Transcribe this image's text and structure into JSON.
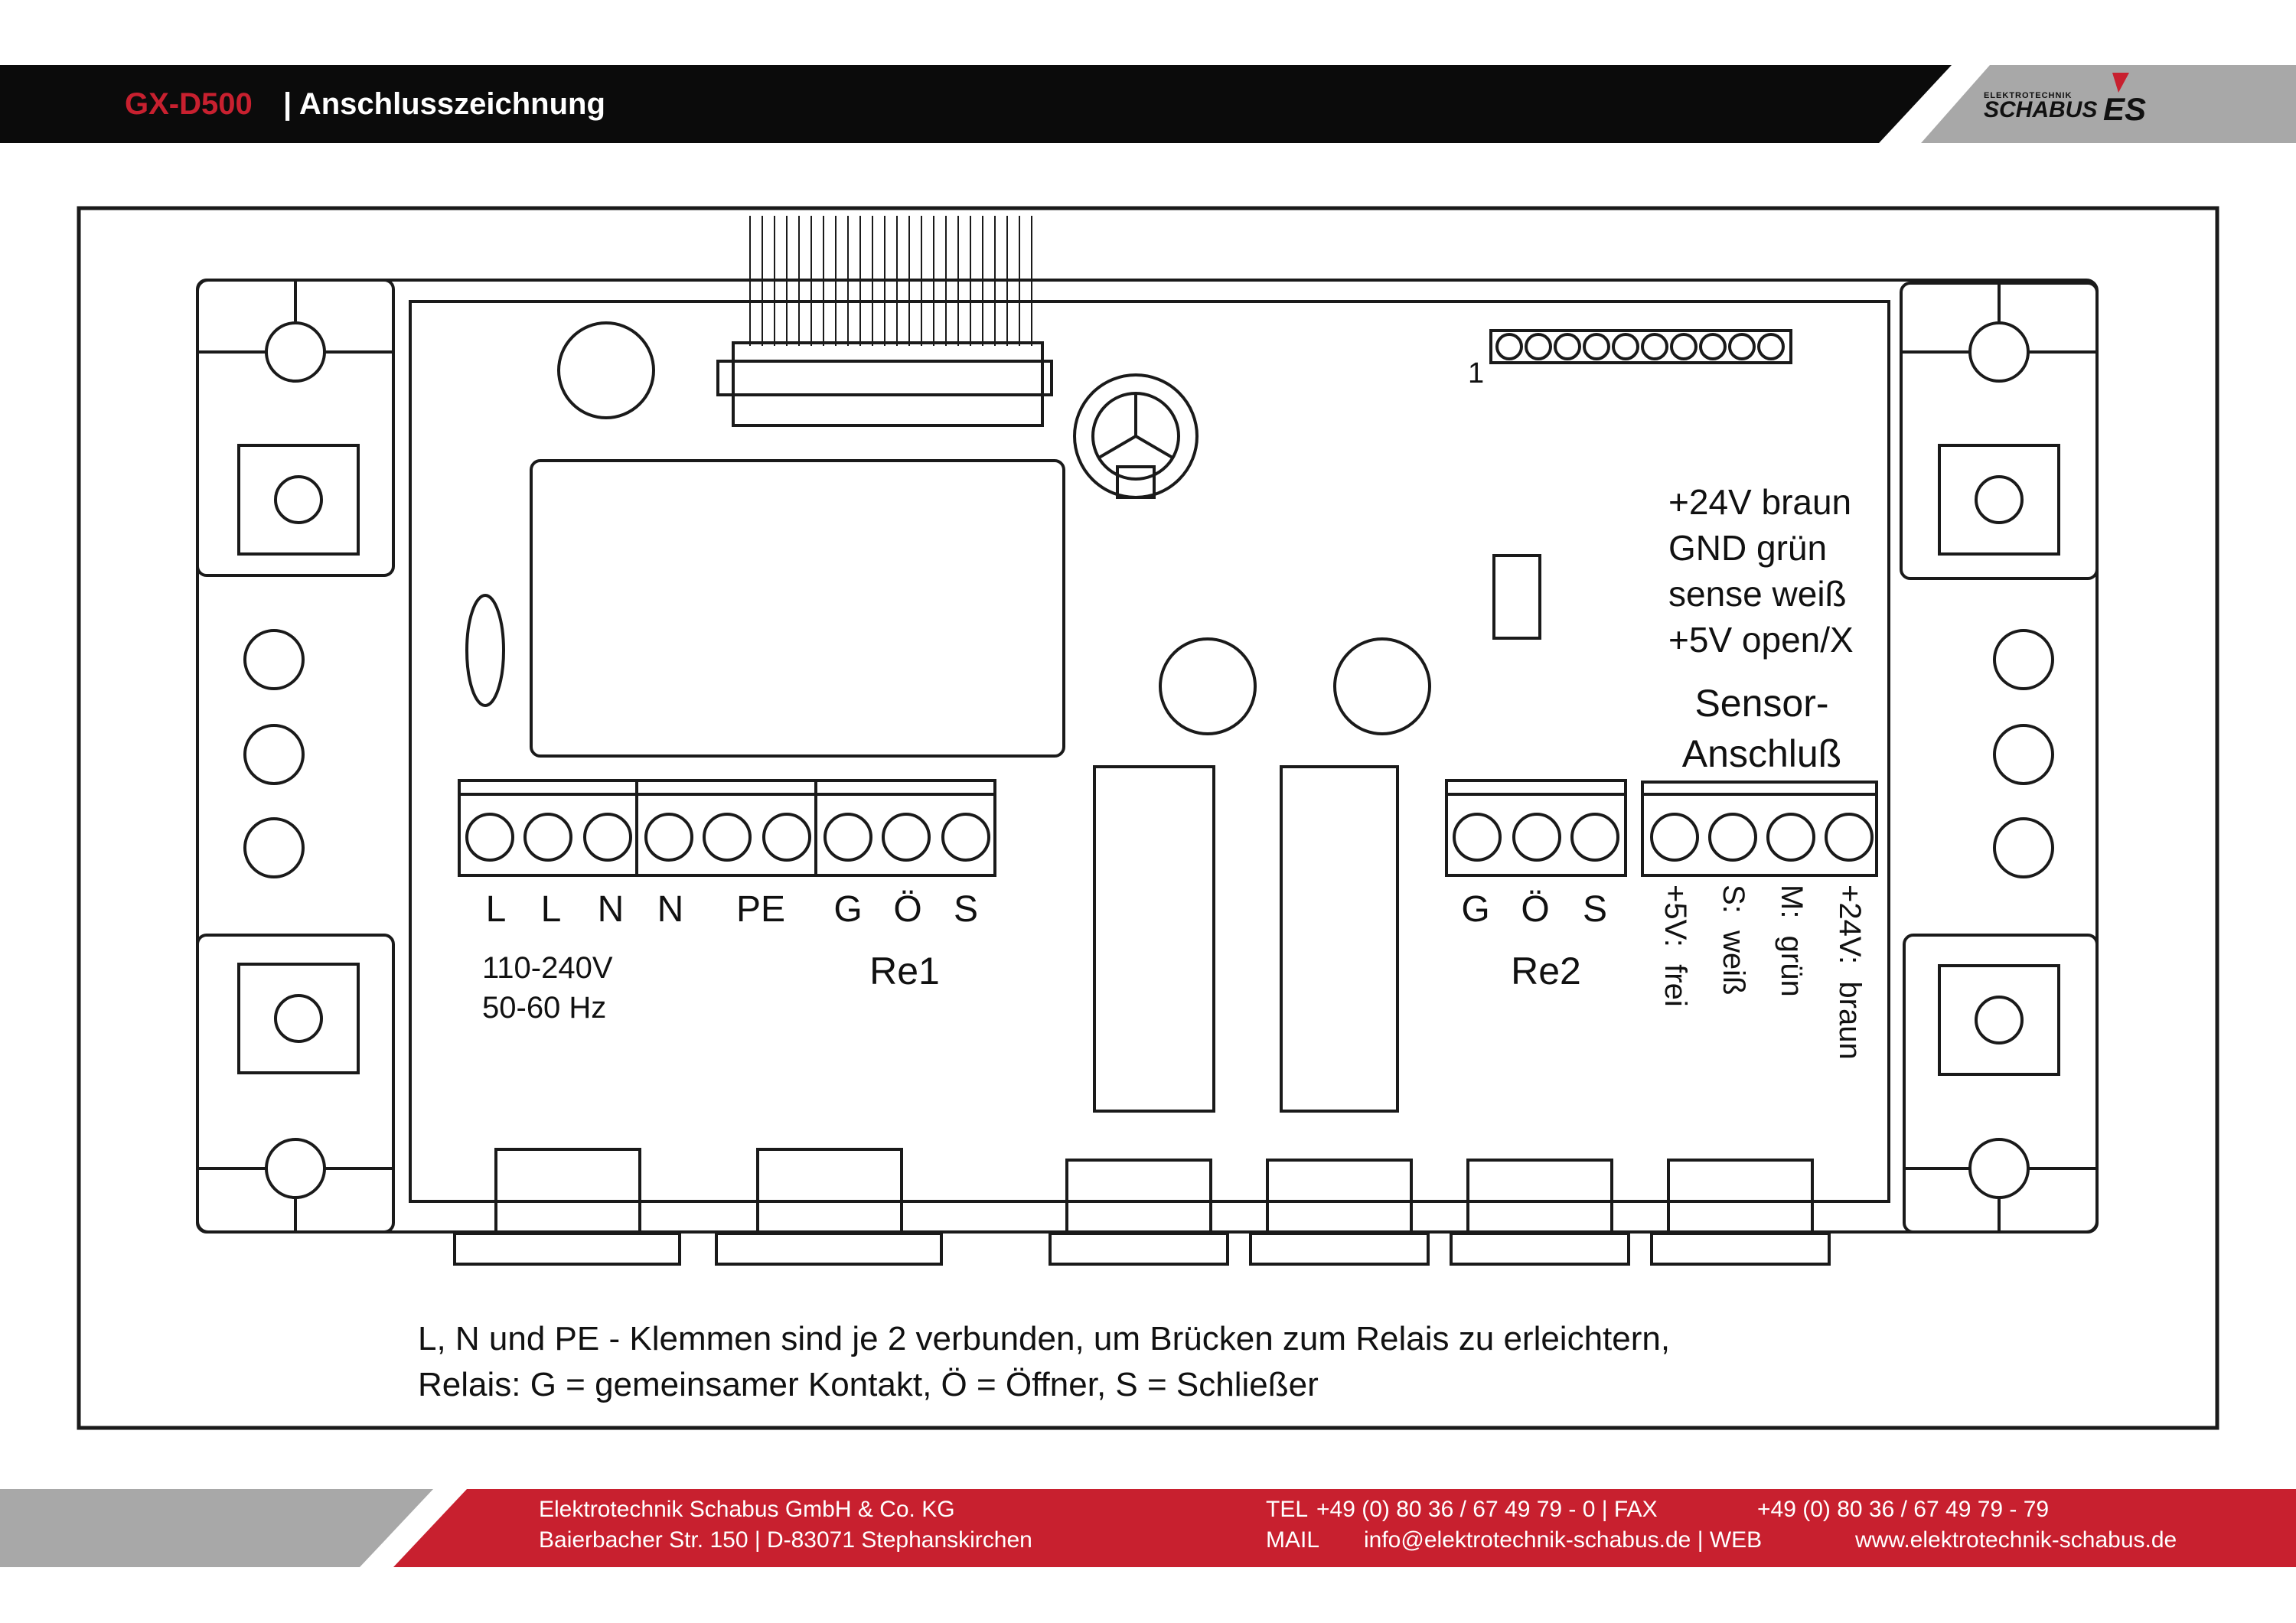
{
  "header": {
    "product": "GX-D500",
    "title": "| Anschlusszeichnung",
    "logo": {
      "top_text": "ELEKTROTECHNIK",
      "name": "SCHABUS",
      "mark": "ES"
    },
    "colors": {
      "accent": "#c8202f",
      "bar": "#0b0b0b",
      "gray": "#a8a8a8"
    }
  },
  "board": {
    "pin1_label": "1",
    "sensor_info": [
      "+24V braun",
      "GND grün",
      "sense weiß",
      "+5V open/X"
    ],
    "sensor_title": [
      "Sensor-",
      "Anschluß"
    ],
    "power_terminals": [
      "L",
      "L",
      "N",
      "N",
      "PE"
    ],
    "power_spec": [
      "110-240V",
      "50-60 Hz"
    ],
    "re1_terminals": [
      "G",
      "Ö",
      "S"
    ],
    "re1_label": "Re1",
    "re2_terminals": [
      "G",
      "Ö",
      "S"
    ],
    "re2_label": "Re2",
    "sensor_terminals": [
      "+5V:  frei",
      "S:  weiß",
      "M:  grün",
      "+24V:  braun"
    ]
  },
  "notes": [
    "L, N und PE - Klemmen sind je 2 verbunden, um Brücken zum Relais zu erleichtern,",
    "Relais: G = gemeinsamer Kontakt, Ö = Öffner, S = Schließer"
  ],
  "footer": {
    "company": "Elektrotechnik Schabus GmbH & Co. KG",
    "address": "Baierbacher Str. 150 | D-83071 Stephanskirchen",
    "tel_label": "TEL",
    "tel": "+49 (0) 80 36 / 67 49 79 - 0 | FAX",
    "fax": "+49 (0) 80 36 / 67 49 79 - 79",
    "mail_label": "MAIL",
    "mail": "info@elektrotechnik-schabus.de | WEB",
    "web": "www.elektrotechnik-schabus.de"
  }
}
